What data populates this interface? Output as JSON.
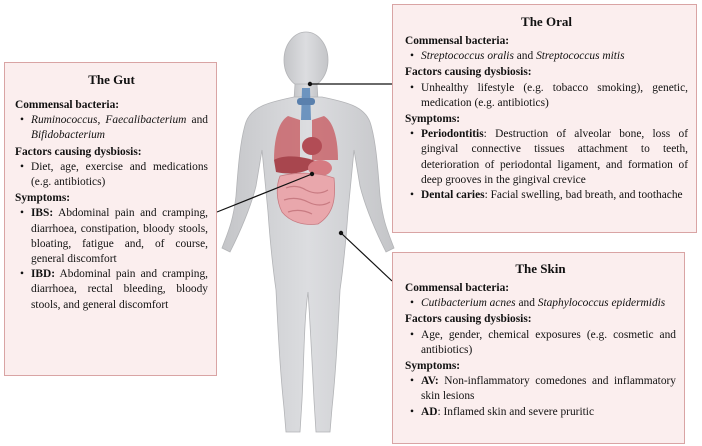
{
  "gut": {
    "title": "The Gut",
    "commensal_label": "Commensal bacteria:",
    "commensal": {
      "a": "Ruminococcus",
      "sep": ", ",
      "b": "Faecalibacterium",
      "and": " and ",
      "c": "Bifidobacterium"
    },
    "factors_label": "Factors causing dysbiosis:",
    "factors": "Diet, age, exercise and medications (e.g. antibiotics)",
    "symptoms_label": "Symptoms:",
    "ibs_label": "IBS:",
    "ibs_text": " Abdominal pain and cramping, diarrhoea, constipation, bloody stools, bloating, fatigue and, of course, general discomfort",
    "ibd_label": "IBD:",
    "ibd_text": " Abdominal pain and cramping, diarrhoea, rectal bleeding, bloody stools, and general discomfort"
  },
  "oral": {
    "title": "The Oral",
    "commensal_label": "Commensal bacteria:",
    "commensal": {
      "a": "Streptococcus oralis",
      "and": " and ",
      "b": "Streptococcus mitis"
    },
    "factors_label": "Factors causing dysbiosis:",
    "factors": "Unhealthy lifestyle (e.g. tobacco smoking), genetic, medication (e.g. antibiotics)",
    "symptoms_label": "Symptoms:",
    "perio_label": "Periodontitis",
    "perio_text": ": Destruction of alveolar bone, loss of gingival connective tissues attachment to teeth, deterioration of periodontal ligament, and formation of deep grooves in the gingival crevice",
    "caries_label": "Dental caries",
    "caries_text": ": Facial swelling, bad breath, and toothache"
  },
  "skin": {
    "title": "The Skin",
    "commensal_label": "Commensal bacteria:",
    "commensal": {
      "a": "Cutibacterium acnes",
      "and": " and ",
      "b": "Staphylococcus epidermidis"
    },
    "factors_label": "Factors causing dysbiosis:",
    "factors": "Age, gender, chemical exposures (e.g. cosmetic and antibiotics)",
    "symptoms_label": "Symptoms:",
    "av_label": "AV:",
    "av_text": " Non-inflammatory comedones and inflammatory skin lesions",
    "ad_label": "AD",
    "ad_text": ": Inflamed skin and severe pruritic"
  },
  "colors": {
    "box_fill": "#fbeeee",
    "box_border": "#d9a4a4",
    "body_fill": "#d5d6d8",
    "organ_red": "#c9656b",
    "organ_pink": "#e9a7ac",
    "trachea_blue": "#6d94bf"
  }
}
